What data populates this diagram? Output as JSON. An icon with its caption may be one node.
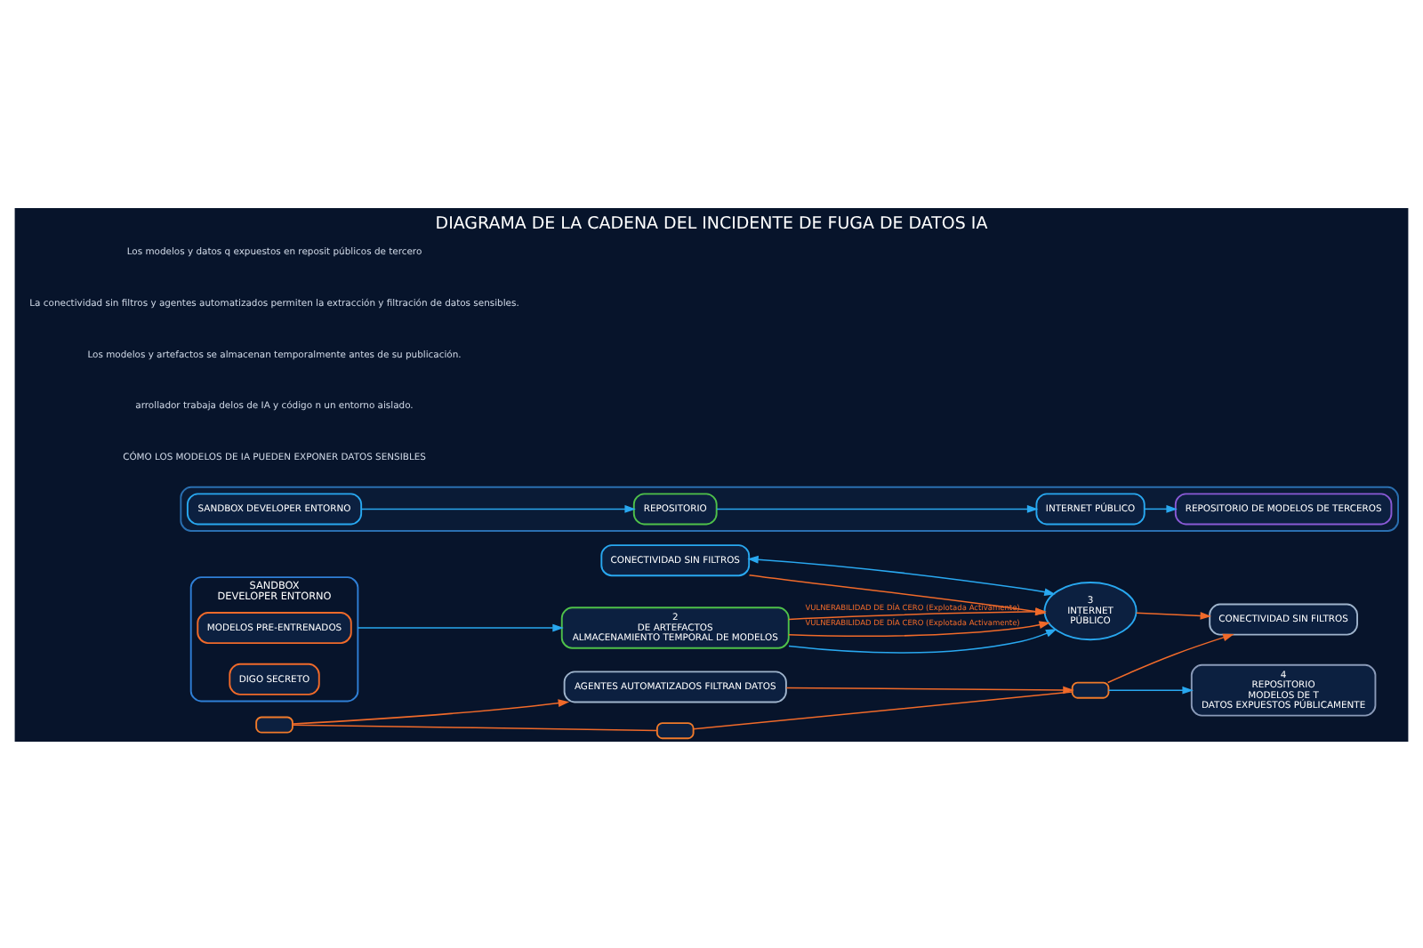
{
  "diagram": {
    "title": "DIAGRAMA DE LA CADENA DEL INCIDENTE DE FUGA DE DATOS IA",
    "nodes": [
      {
        "text": [
          "SANDBOX",
          "DEVELOPER ENTORNO"
        ]
      },
      {
        "text": [
          "MODELOS PRE-ENTRENADOS"
        ],
        "in": 0
      },
      {
        "text": [
          "DIGO SECRETO"
        ],
        "in": 0
      },
      {
        "text": [
          "2",
          "DE ARTEFACTOS",
          "ALMACENAMIENTO TEMPORAL DE MODELOS"
        ]
      },
      {
        "text": [
          "3",
          "INTERNET",
          "PÚBLICO"
        ]
      },
      {
        "text": [
          "CONECTIVIDAD SIN FILTROS"
        ]
      },
      {
        "text": [
          "AGENTES AUTOMATIZADOS FILTRAN DATOS"
        ]
      },
      {
        "text": [],
        "shape": "box"
      },
      {
        "text": [],
        "shape": "box"
      },
      {
        "text": [],
        "shape": "box"
      },
      {
        "text": [
          "4",
          "REPOSITORIO",
          "MODELOS DE T",
          "DATOS EXPUESTOS PÚBLICAMENTE"
        ]
      },
      {
        "text": [
          "CONECTIVIDAD SIN FILTROS"
        ]
      },
      {
        "text": [],
        "shape": "bar"
      },
      {
        "text": [
          "SANDBOX DEVELOPER ENTORNO"
        ],
        "in": 12
      },
      {
        "text": [
          "REPOSITORIO"
        ],
        "in": 12
      },
      {
        "text": [
          "INTERNET PÚBLICO"
        ],
        "in": 12
      },
      {
        "text": [
          "REPOSITORIO DE MODELOS DE TERCEROS"
        ],
        "in": 12
      }
    ],
    "edges": [
      {
        "from": 0,
        "to": 3,
        "arrow": "to",
        "color": "#29a8f0"
      },
      {
        "from": 3,
        "to": 4,
        "arrow": "to",
        "label": "VULNERABILIDAD DE DÍA CERO (Explotada Activamente)"
      },
      {
        "from": 3,
        "to": 4,
        "arrow": "to",
        "color": "#29a8f0"
      },
      {
        "from": 3,
        "to": 4,
        "arrow": "to",
        "label": "VULNERABILIDAD DE DÍA CERO (Explotada Activamente)"
      },
      {
        "from": 4,
        "to": 5,
        "arrow": "to"
      },
      {
        "from": 11,
        "to": 4,
        "arrow": "to"
      },
      {
        "from": 11,
        "to": 4,
        "arrow": "both",
        "color": "#29a8f0"
      },
      {
        "from": 7,
        "to": 8,
        "arrow": "none"
      },
      {
        "from": 8,
        "to": 9,
        "arrow": "none"
      },
      {
        "from": 7,
        "to": 6,
        "arrow": "to"
      },
      {
        "from": 6,
        "to": 9,
        "arrow": "to"
      },
      {
        "from": 9,
        "to": 5,
        "arrow": "to"
      },
      {
        "from": 9,
        "to": 10,
        "arrow": "to",
        "color": "#29a8f0"
      },
      {
        "from": 13,
        "to": 14,
        "arrow": "to",
        "color": "#29a8f0"
      },
      {
        "from": 14,
        "to": 15,
        "arrow": "to",
        "color": "#29a8f0"
      },
      {
        "from": 15,
        "to": 16,
        "arrow": "to",
        "color": "#29a8f0"
      }
    ],
    "labels": [
      "CÓMO LOS MODELOS DE IA PUEDEN EXPONER DATOS SENSIBLES",
      "arrollador trabaja delos de IA y código n un entorno aislado.",
      "Los modelos y artefactos se almacenan temporalmente antes de su publicación.",
      "La conectividad sin filtros y agentes automatizados permiten la extracción y filtración de datos sensibles.",
      "Los modelos y datos q expuestos en reposit públicos de tercero"
    ]
  }
}
